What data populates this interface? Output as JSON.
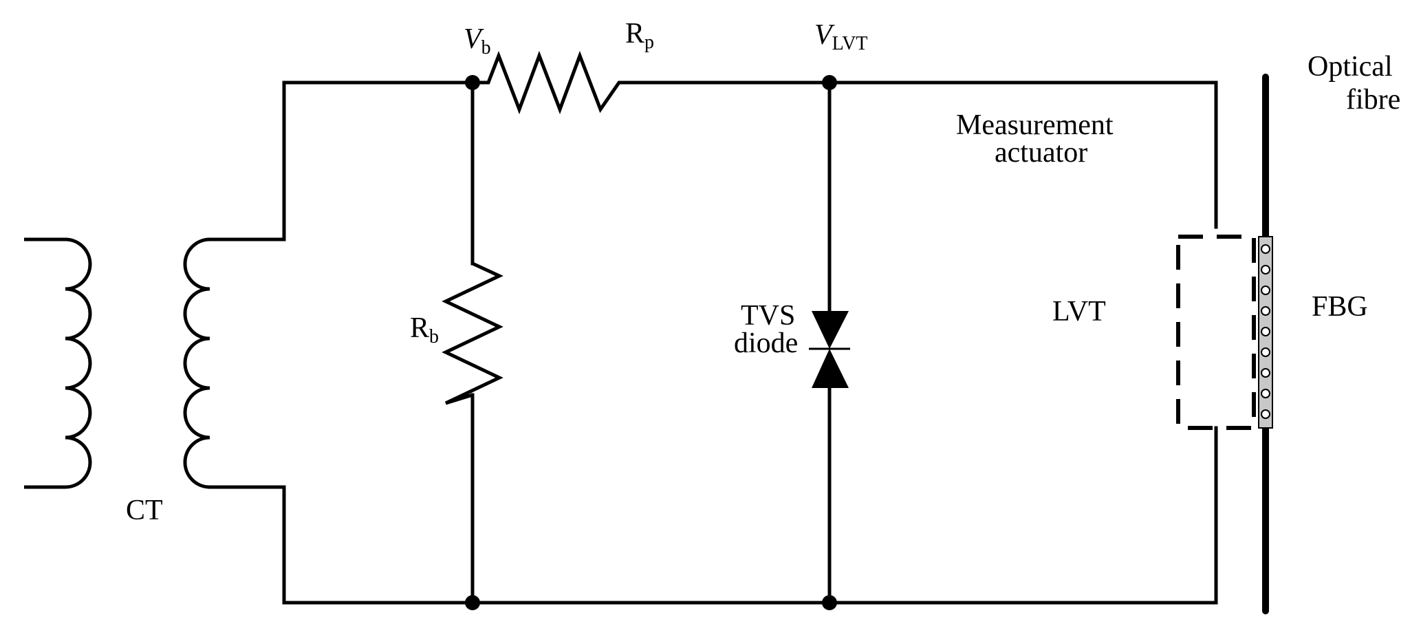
{
  "labels": {
    "vb_main": "V",
    "vb_sub": "b",
    "rp_main": "R",
    "rp_sub": "p",
    "vlvt_main": "V",
    "vlvt_sub": "LVT",
    "optical_line1": "Optical",
    "optical_line2": "fibre",
    "measurement_line1": "Measurement",
    "measurement_line2": "actuator",
    "rb_main": "R",
    "rb_sub": "b",
    "tvs_line1": "TVS",
    "tvs_line2": "diode",
    "lvt": "LVT",
    "fbg": "FBG",
    "ct": "CT"
  },
  "colors": {
    "ink": "#000000",
    "background": "#ffffff",
    "grating_fill": "#c8c8c8"
  }
}
